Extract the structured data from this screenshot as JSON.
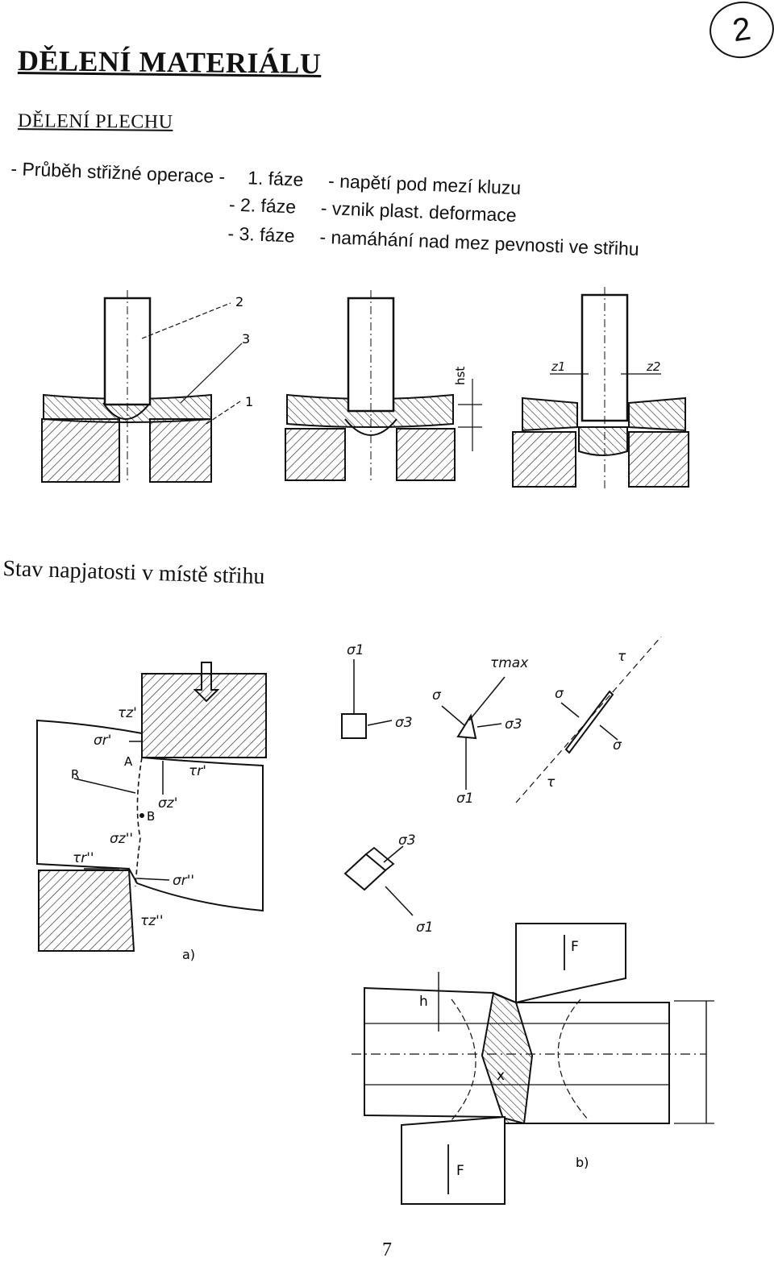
{
  "page_marker": "2",
  "title": "DĚLENÍ MATERIÁLU",
  "subtitle": "DĚLENÍ PLECHU",
  "operation": {
    "intro": "- Průběh střižné operace -",
    "phases": [
      {
        "phase": "1. fáze",
        "description": "- napětí pod mezí kluzu"
      },
      {
        "phase": "- 2. fáze",
        "description": "- vznik plast. deformace"
      },
      {
        "phase": "- 3. fáze",
        "description": "- namáhání nad mez pevnosti ve střihu"
      }
    ]
  },
  "fig1_labels": {
    "callout_2": "2",
    "callout_3": "3",
    "callout_1": "1",
    "hst": "hst",
    "z1": "z1",
    "z2": "z2"
  },
  "stress_title": "Stav napjatosti v místě střihu",
  "fig_a_labels": {
    "tau_z1": "τz'",
    "sigma_r1": "σr'",
    "A": "A",
    "R": "R",
    "tau_r1": "τr'",
    "sigma_z1": "σz'",
    "B": "B",
    "sigma_z2": "σz''",
    "tau_r2": "τr''",
    "sigma_r2": "σr''",
    "tau_z2": "τz''",
    "caption": "a)"
  },
  "elements_labels": {
    "sigma1_top": "σ1",
    "sigma3_cube": "σ3",
    "sigma_tri": "σ",
    "tau_max": "τmax",
    "sigma3_tri": "σ3",
    "sigma1_bottom": "σ1",
    "tau_diag": "τ",
    "sigma_diag_left": "σ",
    "sigma_diag_right": "σ",
    "tau_diag_low": "τ",
    "sigma3_rot": "σ3",
    "sigma1_rot": "σ1"
  },
  "fig_b_labels": {
    "F_top": "F",
    "h": "h",
    "x": "x",
    "F_bottom": "F",
    "caption": "b)"
  },
  "page_number": "7"
}
